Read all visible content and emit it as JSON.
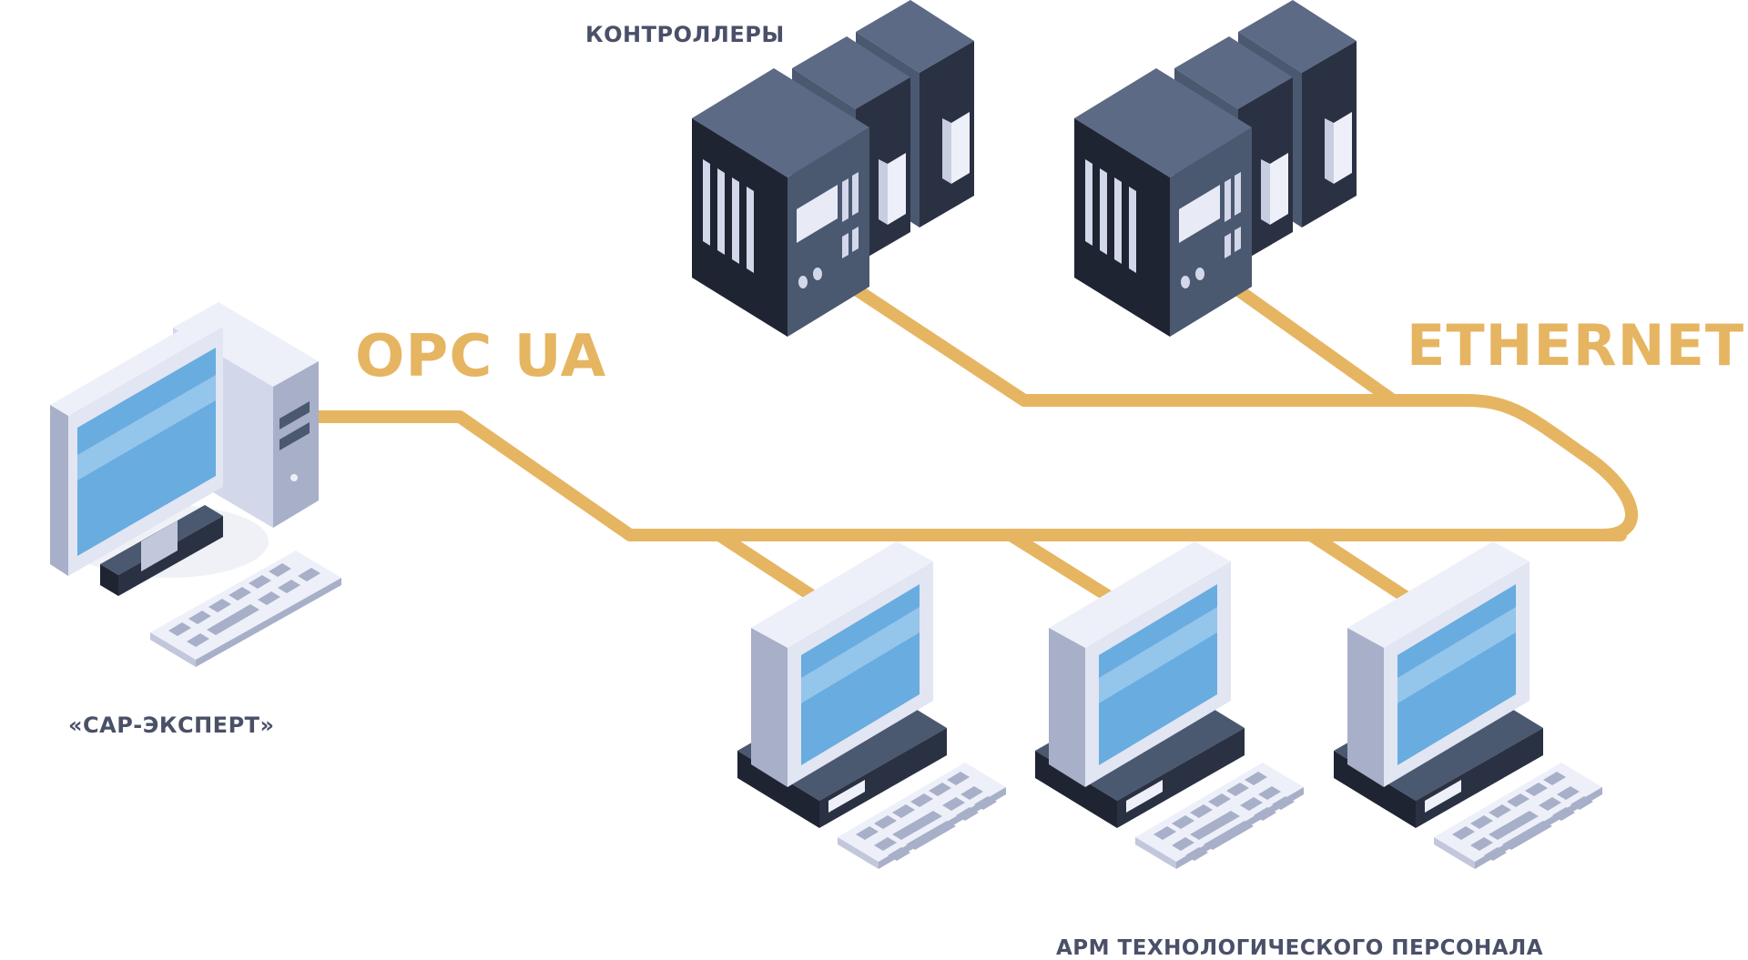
{
  "labels": {
    "controllers": "КОНТРОЛЛЕРЫ",
    "opc_ua": "OPC UA",
    "ethernet": "ETHERNET",
    "sar_expert": "«САР-ЭКСПЕРТ»",
    "arm": "АРМ ТЕХНОЛОГИЧЕСКОГО ПЕРСОНАЛА"
  },
  "colors": {
    "cable": "#e6b562",
    "label_dark": "#4a5068",
    "label_protocol": "#e6b562",
    "device_dark": "#2a3142",
    "device_mid": "#4a5870",
    "device_light": "#5c6a85",
    "screen": "#68ace0",
    "screen_light": "#a6d0ef",
    "case_white": "#eef0f9",
    "case_shade": "#d3d7ea",
    "case_side": "#a8afc8"
  },
  "nodes": [
    {
      "kind": "controller",
      "id": "controller-1"
    },
    {
      "kind": "controller",
      "id": "controller-2"
    },
    {
      "kind": "server-workstation",
      "id": "sar-expert-workstation"
    },
    {
      "kind": "operator-workstation",
      "id": "arm-workstation-1"
    },
    {
      "kind": "operator-workstation",
      "id": "arm-workstation-2"
    },
    {
      "kind": "operator-workstation",
      "id": "arm-workstation-3"
    }
  ],
  "links": [
    {
      "from": "sar-expert-workstation",
      "to": "ethernet-loop",
      "protocol": "OPC UA"
    },
    {
      "from": "controller-1",
      "to": "ethernet-loop",
      "protocol": "ETHERNET"
    },
    {
      "from": "controller-2",
      "to": "ethernet-loop",
      "protocol": "ETHERNET"
    },
    {
      "from": "arm-workstation-1",
      "to": "ethernet-loop",
      "protocol": "ETHERNET"
    },
    {
      "from": "arm-workstation-2",
      "to": "ethernet-loop",
      "protocol": "ETHERNET"
    },
    {
      "from": "arm-workstation-3",
      "to": "ethernet-loop",
      "protocol": "ETHERNET"
    }
  ]
}
